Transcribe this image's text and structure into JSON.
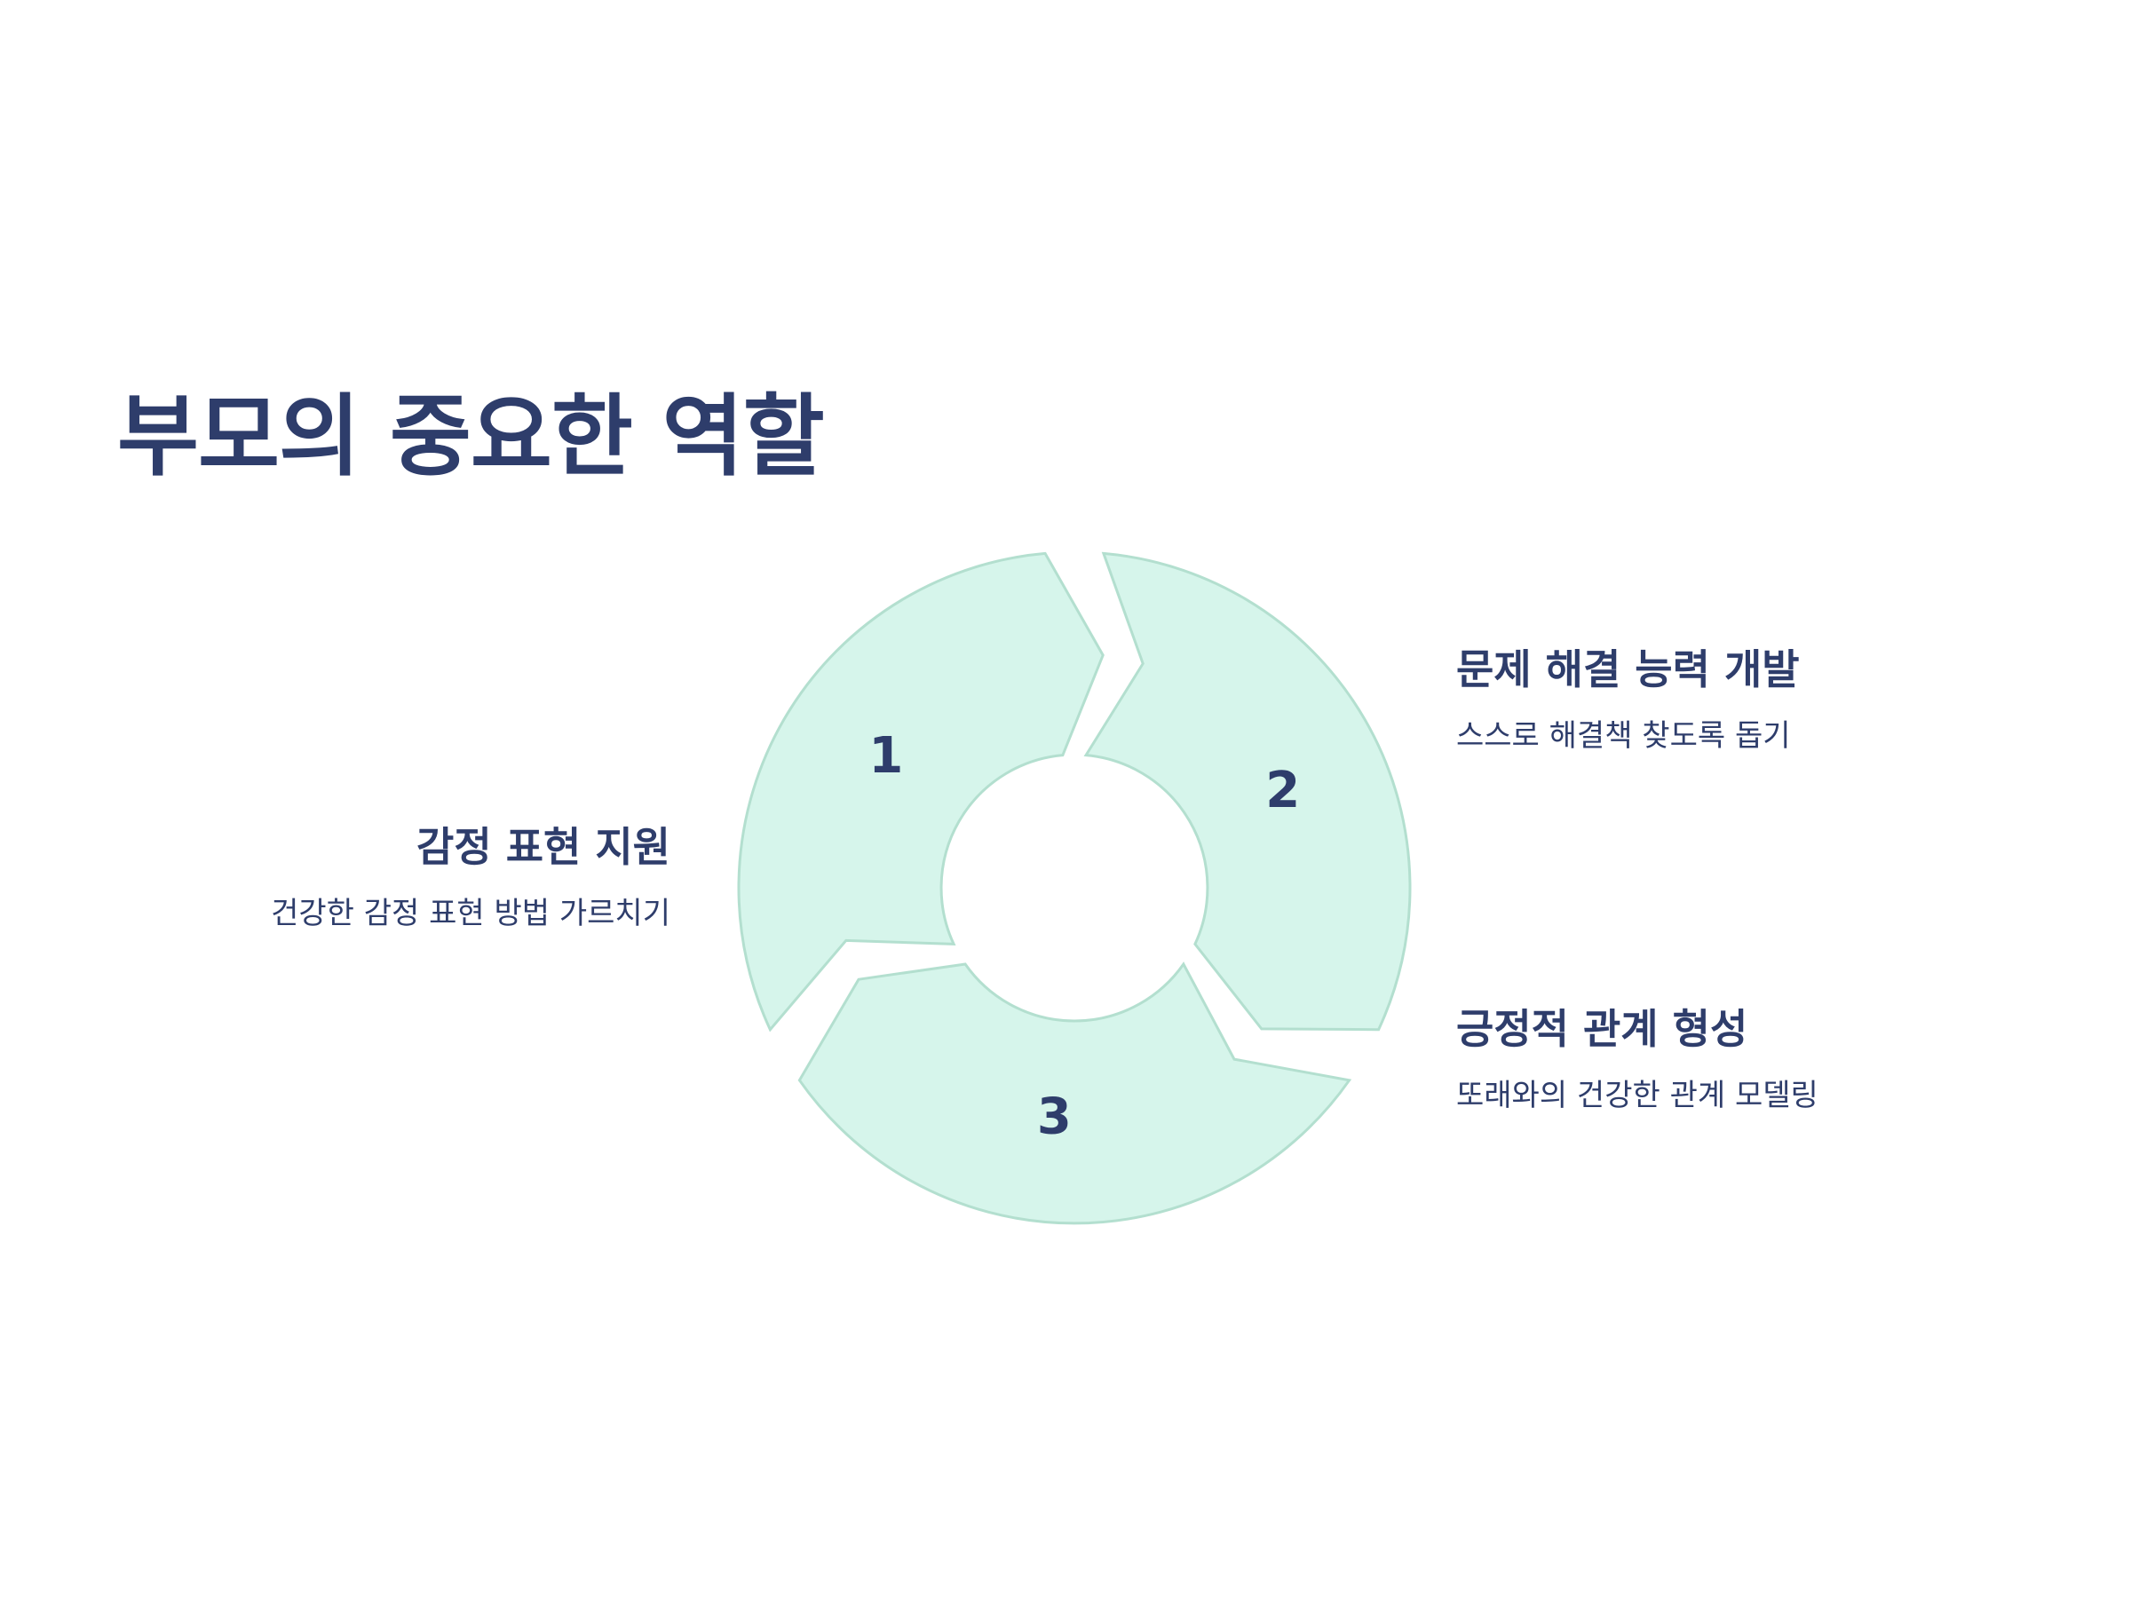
{
  "title": "부모의 중요한 역할",
  "colors": {
    "text": "#2e3d6b",
    "segment_fill": "#d6f5eb",
    "segment_stroke": "#b3dfcf",
    "background": "#ffffff"
  },
  "steps": [
    {
      "number": "1",
      "title": "감정 표현 지원",
      "description": "건강한 감정 표현 방법 가르치기"
    },
    {
      "number": "2",
      "title": "문제 해결 능력 개발",
      "description": "스스로 해결책 찾도록 돕기"
    },
    {
      "number": "3",
      "title": "긍정적 관계 형성",
      "description": "또래와의 건강한 관계 모델링"
    }
  ]
}
